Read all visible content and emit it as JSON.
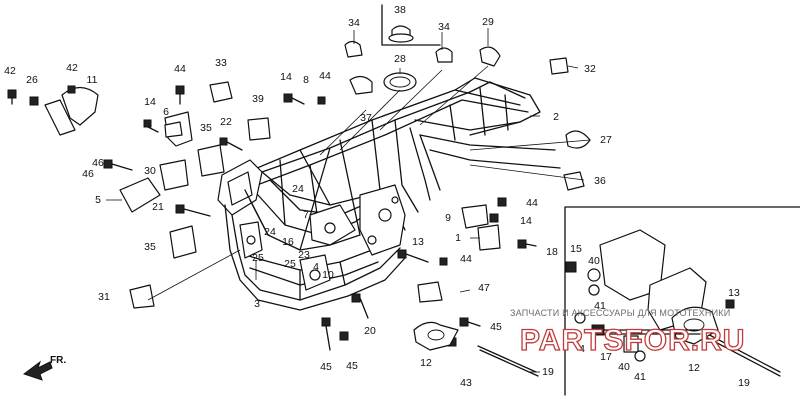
{
  "callouts": [
    {
      "id": "c38",
      "text": "38"
    },
    {
      "id": "c34a",
      "text": "34"
    },
    {
      "id": "c34b",
      "text": "34"
    },
    {
      "id": "c29",
      "text": "29"
    },
    {
      "id": "c28",
      "text": "28"
    },
    {
      "id": "c32",
      "text": "32"
    },
    {
      "id": "c2",
      "text": "2"
    },
    {
      "id": "c27",
      "text": "27"
    },
    {
      "id": "c36",
      "text": "36"
    },
    {
      "id": "c42a",
      "text": "42"
    },
    {
      "id": "c26",
      "text": "26"
    },
    {
      "id": "c42b",
      "text": "42"
    },
    {
      "id": "c11",
      "text": "11"
    },
    {
      "id": "c44a",
      "text": "44"
    },
    {
      "id": "c33",
      "text": "33"
    },
    {
      "id": "c14a",
      "text": "14"
    },
    {
      "id": "c8",
      "text": "8"
    },
    {
      "id": "c44b",
      "text": "44"
    },
    {
      "id": "c14b",
      "text": "14"
    },
    {
      "id": "c6",
      "text": "6"
    },
    {
      "id": "c39",
      "text": "39"
    },
    {
      "id": "c37",
      "text": "37"
    },
    {
      "id": "c35a",
      "text": "35"
    },
    {
      "id": "c22",
      "text": "22"
    },
    {
      "id": "c46a",
      "text": "46"
    },
    {
      "id": "c46b",
      "text": "46"
    },
    {
      "id": "c30",
      "text": "30"
    },
    {
      "id": "c5",
      "text": "5"
    },
    {
      "id": "c21",
      "text": "21"
    },
    {
      "id": "c35b",
      "text": "35"
    },
    {
      "id": "c24a",
      "text": "24"
    },
    {
      "id": "c7",
      "text": "7"
    },
    {
      "id": "c16",
      "text": "16"
    },
    {
      "id": "c23",
      "text": "23"
    },
    {
      "id": "c4a",
      "text": "4"
    },
    {
      "id": "c10",
      "text": "10"
    },
    {
      "id": "c24b",
      "text": "24"
    },
    {
      "id": "c25a",
      "text": "25"
    },
    {
      "id": "c25b",
      "text": "25"
    },
    {
      "id": "c3",
      "text": "3"
    },
    {
      "id": "c31",
      "text": "31"
    },
    {
      "id": "c13a",
      "text": "13"
    },
    {
      "id": "c44c",
      "text": "44"
    },
    {
      "id": "c44d",
      "text": "44"
    },
    {
      "id": "c9",
      "text": "9"
    },
    {
      "id": "c14c",
      "text": "14"
    },
    {
      "id": "c1",
      "text": "1"
    },
    {
      "id": "c18",
      "text": "18"
    },
    {
      "id": "c47",
      "text": "47"
    },
    {
      "id": "c20",
      "text": "20"
    },
    {
      "id": "c45a",
      "text": "45"
    },
    {
      "id": "c45b",
      "text": "45"
    },
    {
      "id": "c45c",
      "text": "45"
    },
    {
      "id": "c12a",
      "text": "12"
    },
    {
      "id": "c43",
      "text": "43"
    },
    {
      "id": "c19a",
      "text": "19"
    },
    {
      "id": "c15",
      "text": "15"
    },
    {
      "id": "c40a",
      "text": "40"
    },
    {
      "id": "c41a",
      "text": "41"
    },
    {
      "id": "c4b",
      "text": "4"
    },
    {
      "id": "c17",
      "text": "17"
    },
    {
      "id": "c40b",
      "text": "40"
    },
    {
      "id": "c41b",
      "text": "41"
    },
    {
      "id": "c13b",
      "text": "13"
    },
    {
      "id": "c12b",
      "text": "12"
    },
    {
      "id": "c19b",
      "text": "19"
    }
  ],
  "fr_label": "FR.",
  "watermark": {
    "caption": "ЗАПЧАСТИ И АКСЕССУАРЫ ДЛЯ МОТОТЕХНИКИ",
    "logo": "PARTSFOR.RU"
  }
}
